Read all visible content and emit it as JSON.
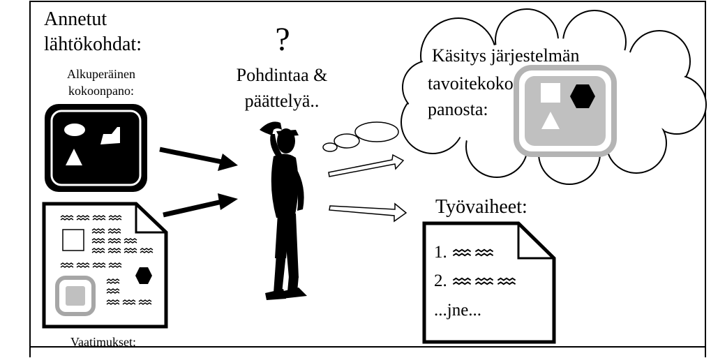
{
  "given": {
    "title_line1": "Annetut",
    "title_line2": "lähtökohdat:",
    "original_label_line1": "Alkuperäinen",
    "original_label_line2": "kokoonpano:",
    "requirements_label": "Vaatimukset:"
  },
  "thinking": {
    "question_mark": "?",
    "line1": "Pohdintaa &",
    "line2": "päättelyä.."
  },
  "understanding": {
    "line1": "Käsitys järjestelmän",
    "line2": "tavoitekoko",
    "line3": "panosta:"
  },
  "work_steps": {
    "title": "Työvaiheet:",
    "item1": "1.",
    "item2": "2.",
    "item3": "...jne..."
  },
  "colors": {
    "ink": "#000000",
    "paper": "#ffffff",
    "gray_fill": "#c0c0c0",
    "gray_frame": "#a6a6a6"
  },
  "icons": {
    "squiggle": "wavy-text-line",
    "person": "thinking-person-silhouette"
  }
}
